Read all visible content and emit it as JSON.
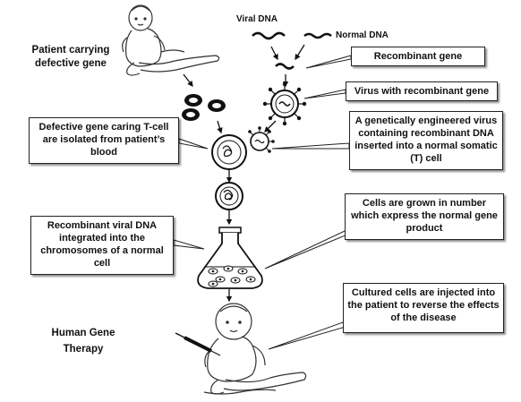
{
  "labels": {
    "patient": "Patient carrying defective gene",
    "viral_dna": "Viral DNA",
    "normal_dna": "Normal DNA",
    "therapy": "Human Gene Therapy"
  },
  "callouts": {
    "recombinant_gene": "Recombinant gene",
    "virus_recombinant": "Virus with recombinant gene",
    "defective_tcell": "Defective gene caring T-cell are isolated from patient’s blood",
    "engineered_virus": "A genetically engineered virus containing recombinant DNA inserted into a normal somatic (T) cell",
    "cells_grown": "Cells are grown in number which express the normal gene product",
    "viral_integrated": "Recombinant viral DNA integrated into the chromosomes of a normal cell",
    "cultured_injected": "Cultured cells are injected into the patient to reverse the effects of the disease"
  }
}
